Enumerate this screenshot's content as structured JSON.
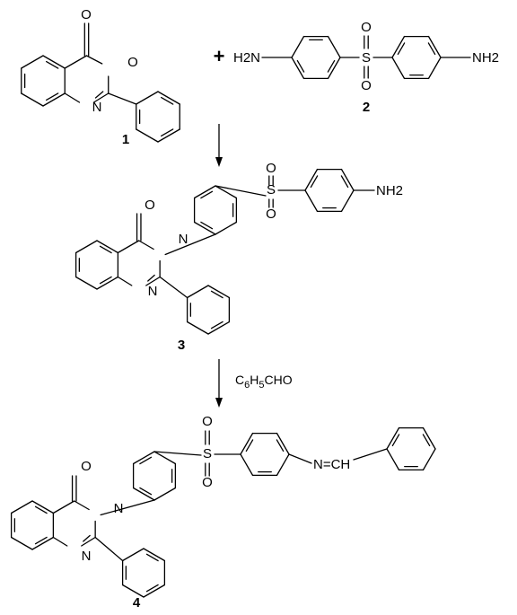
{
  "scheme": {
    "plus_sign": "+",
    "reagent": {
      "main_1": "C",
      "sub_1": "6",
      "main_2": "H",
      "sub_2": "5",
      "main_3": "CHO"
    },
    "compounds": [
      {
        "label": "1"
      },
      {
        "label": "2"
      },
      {
        "label": "3"
      },
      {
        "label": "4"
      }
    ],
    "atoms": {
      "oxygen": "O",
      "nitrogen": "N",
      "sulfur": "S",
      "amine_left": "H2N",
      "amine_right": "NH2",
      "imine": "N=CH"
    }
  },
  "colors": {
    "ink": "#000000",
    "background": "#ffffff"
  }
}
